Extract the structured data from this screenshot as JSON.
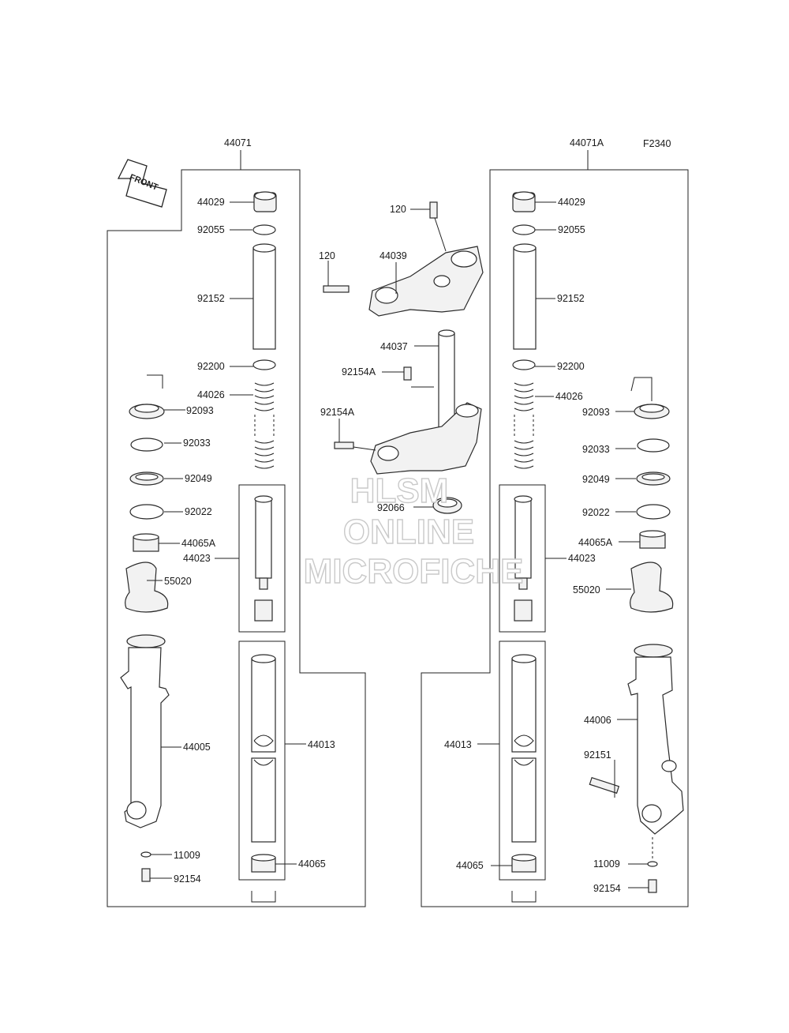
{
  "diagram_code": "F2340",
  "front_label": "FRONT",
  "watermark": {
    "line1": "HLSM",
    "line2": "ONLINE",
    "line3": "MICROFICHE"
  },
  "left_assembly": {
    "code": "44071",
    "parts": [
      "44029",
      "92055",
      "92152",
      "92200",
      "44026",
      "92093",
      "92033",
      "92049",
      "92022",
      "44065A",
      "44023",
      "55020",
      "44005",
      "44013",
      "11009",
      "92154",
      "44065"
    ]
  },
  "right_assembly": {
    "code": "44071A",
    "parts": [
      "44029",
      "92055",
      "92152",
      "92200",
      "44026",
      "92093",
      "92033",
      "92049",
      "92022",
      "44065A",
      "44023",
      "55020",
      "44006",
      "44013",
      "92151",
      "11009",
      "92154",
      "44065"
    ]
  },
  "center_parts": {
    "bolt_top": "120",
    "bolt_left": "120",
    "upper_bracket": "44039",
    "stem_bracket": "44037",
    "bolt_a1": "92154A",
    "bolt_a2": "92154A",
    "seal": "92066"
  }
}
